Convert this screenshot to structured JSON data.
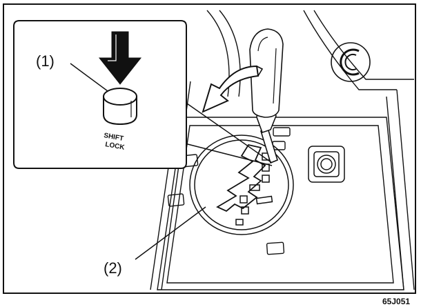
{
  "labels": {
    "callout_1": "(1)",
    "callout_2": "(2)",
    "button_text_line1": "SHIFT",
    "button_text_line2": "LOCK",
    "figure_code": "65J051"
  },
  "icons": {
    "press_arrow": "arrow-down-icon",
    "shift_motion": "curved-arrow-icon",
    "dial_symbol": "c-logo-icon"
  },
  "colors": {
    "line": "#111111",
    "background": "#ffffff"
  }
}
